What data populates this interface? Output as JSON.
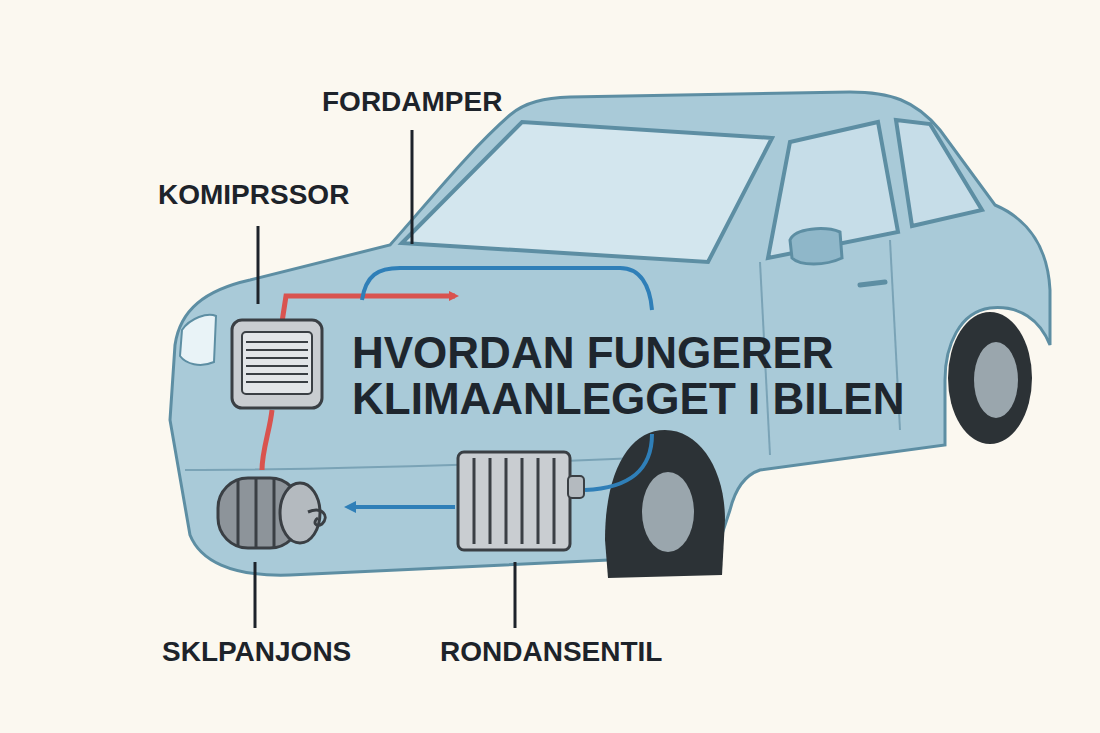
{
  "diagram": {
    "title": "HVORDAN FUNGERER KLIMAANLEGGET I BILEN",
    "labels": [
      "FORDAMPER",
      "KOMIPRSSOR",
      "SKLPANJONS",
      "RONDANSENTIL"
    ]
  }
}
